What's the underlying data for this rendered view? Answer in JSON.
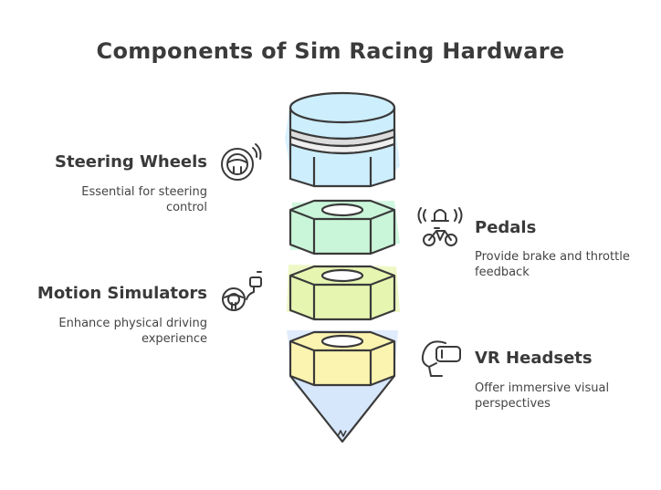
{
  "title": "Components of Sim Racing Hardware",
  "items": {
    "steering": {
      "heading": "Steering Wheels",
      "desc_line1": "Essential for steering",
      "desc_line2": "control",
      "icon": "steering-wheel-icon"
    },
    "pedals": {
      "heading": "Pedals",
      "desc_line1": "Provide brake and throttle",
      "desc_line2": "feedback",
      "icon": "bicycle-bell-icon"
    },
    "motion": {
      "heading": "Motion Simulators",
      "desc_line1": "Enhance physical driving",
      "desc_line2": "experience",
      "icon": "steering-signal-icon"
    },
    "vr": {
      "heading": "VR Headsets",
      "desc_line1": "Offer immersive visual",
      "desc_line2": "perspectives",
      "icon": "vr-headset-icon"
    }
  },
  "colors": {
    "cap_blue": "#cdeefc",
    "nut_green": "#c9f5d8",
    "nut_lime": "#e6f5b0",
    "nut_yellow": "#fbf3b0",
    "tip_blue": "#d6e6fb",
    "stroke": "#3a3a3a"
  }
}
